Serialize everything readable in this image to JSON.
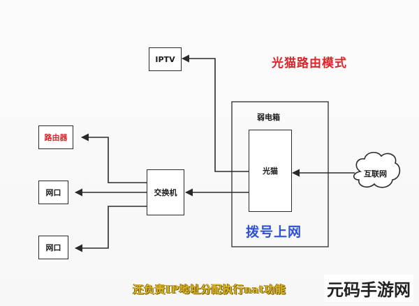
{
  "title": "光猫路由模式",
  "nodes": {
    "iptv": "IPTV",
    "router": "路由器",
    "port1": "网口",
    "port2": "网口",
    "switch": "交换机",
    "optical_modem": "光猫",
    "internet": "互联网"
  },
  "panel": {
    "label": "弱电箱",
    "dialup": "拨号上网"
  },
  "caption": "还负责IP地址分配执行nat功能",
  "watermark": "元码手游网",
  "colors": {
    "title": "#d8262b",
    "router_label": "#d8262b",
    "dialup": "#2c4fd6",
    "caption": "#d9b52a",
    "lines": "#2a2a2a"
  }
}
